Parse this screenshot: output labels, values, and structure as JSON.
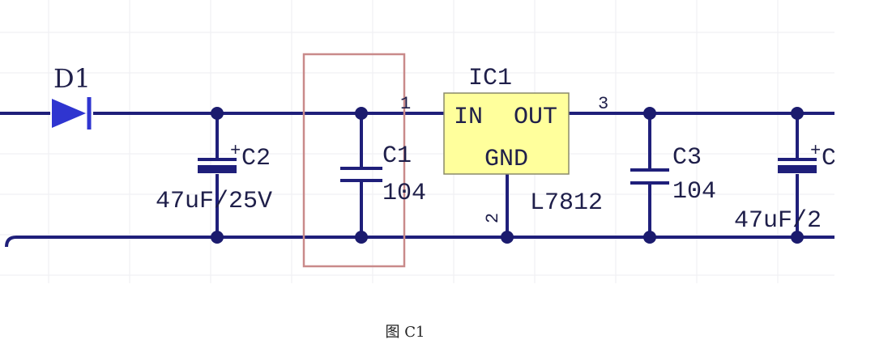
{
  "colors": {
    "wire": "#1f1f7a",
    "node": "#1b1b6e",
    "diode": "#2f35d0",
    "ic_fill": "#ffff9c",
    "ic_border": "#8a8a6a",
    "highlight": "#c98a8a",
    "text": "#1f1f4a"
  },
  "diode": {
    "ref": "D1"
  },
  "c2": {
    "ref": "C2",
    "value": "47uF/25V",
    "polarity": "+"
  },
  "c1": {
    "ref": "C1",
    "value": "104"
  },
  "ic1": {
    "ref": "IC1",
    "part": "L7812",
    "pin_in": "IN",
    "pin_out": "OUT",
    "pin_gnd": "GND",
    "pin1": "1",
    "pin2": "2",
    "pin3": "3"
  },
  "c3": {
    "ref": "C3",
    "value": "104"
  },
  "c4": {
    "ref_partial": "C",
    "value_partial": "47uF/2",
    "polarity": "+"
  },
  "caption": "图 C1"
}
